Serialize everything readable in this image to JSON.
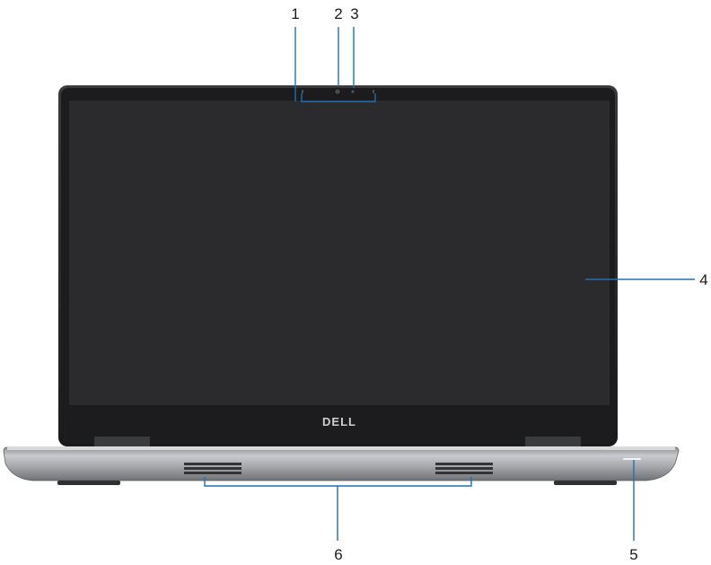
{
  "brand": {
    "logo_text": "DELL"
  },
  "callouts": [
    {
      "number": "1",
      "target": "microphones"
    },
    {
      "number": "2",
      "target": "camera"
    },
    {
      "number": "3",
      "target": "camera-status-light"
    },
    {
      "number": "4",
      "target": "display-panel"
    },
    {
      "number": "5",
      "target": "power-status-light"
    },
    {
      "number": "6",
      "target": "speakers"
    }
  ],
  "colors": {
    "bezel": "#1c1c1e",
    "screen": "#2b2b2d",
    "chassis": "#a7a9ad",
    "leader_line": "#1f6fb5",
    "status_light": "#f2f2f2"
  }
}
